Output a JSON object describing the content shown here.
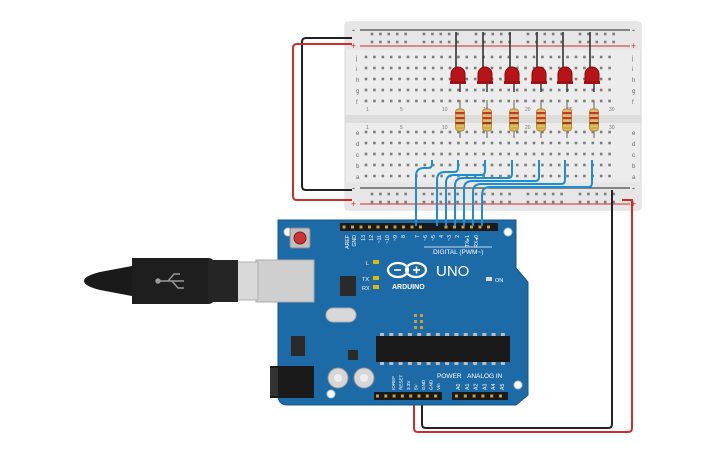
{
  "board": {
    "brand": "ARDUINO",
    "model": "UNO",
    "digital_header": "DIGITAL (PWM~)",
    "power_label": "POWER",
    "analog_label": "ANALOG IN",
    "on_label": "ON",
    "tx_label": "TX",
    "rx_label": "RX",
    "l_label": "L",
    "top_pins": [
      "AREF",
      "GND",
      "13",
      "12",
      "~11",
      "~10",
      "~9",
      "8",
      "7",
      "~6",
      "~5",
      "4",
      "~3",
      "2",
      "TX▸1",
      "RX◂0"
    ],
    "power_pins": [
      "IOREF",
      "RESET",
      "3.3V",
      "5V",
      "GND",
      "GND",
      "Vin"
    ],
    "analog_pins": [
      "A0",
      "A1",
      "A2",
      "A3",
      "A4",
      "A5"
    ]
  },
  "breadboard": {
    "col_numbers": [
      "1",
      "5",
      "10",
      "15",
      "20",
      "25",
      "30"
    ],
    "row_letters_top": [
      "j",
      "i",
      "h",
      "g",
      "f"
    ],
    "row_letters_bottom": [
      "e",
      "d",
      "c",
      "b",
      "a"
    ],
    "rail_plus": "+",
    "rail_minus": "-"
  },
  "colors": {
    "board": "#1c6aa6",
    "breadboard": "#ececec",
    "led": "#b81418",
    "wire_red": "#d42a2a",
    "wire_black": "#222222",
    "wire_blue": "#1e8ed0"
  }
}
